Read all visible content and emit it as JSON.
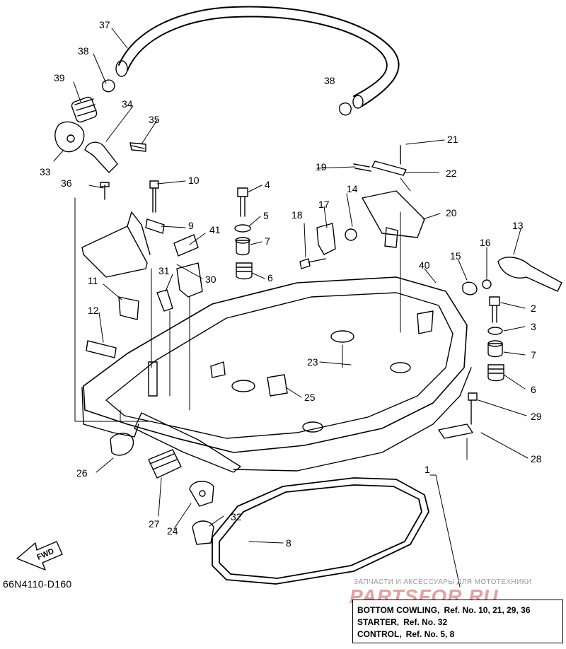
{
  "diagram": {
    "code": "66N4110-D160",
    "fwd_label": "FWD",
    "callouts": [
      "37",
      "38",
      "39",
      "34",
      "35",
      "33",
      "36",
      "38",
      "21",
      "19",
      "22",
      "10",
      "4",
      "5",
      "9",
      "7",
      "6",
      "41",
      "31",
      "30",
      "11",
      "12",
      "18",
      "17",
      "14",
      "20",
      "13",
      "16",
      "15",
      "40",
      "2",
      "3",
      "7",
      "6",
      "23",
      "25",
      "29",
      "26",
      "28",
      "1",
      "27",
      "24",
      "32",
      "8"
    ]
  },
  "watermark": {
    "tagline": "ЗАПЧАСТИ И АКСЕССУАРЫ ДЛЯ МОТОТЕХНИКИ",
    "logo": "PARTSFOR.RU"
  },
  "reference": {
    "lines": [
      {
        "name": "BOTTOM COWLING,",
        "ref": "Ref. No. 10, 21, 29, 36"
      },
      {
        "name": "STARTER,",
        "ref": "Ref. No. 32"
      },
      {
        "name": "CONTROL,",
        "ref": "Ref. No. 5, 8"
      }
    ]
  }
}
